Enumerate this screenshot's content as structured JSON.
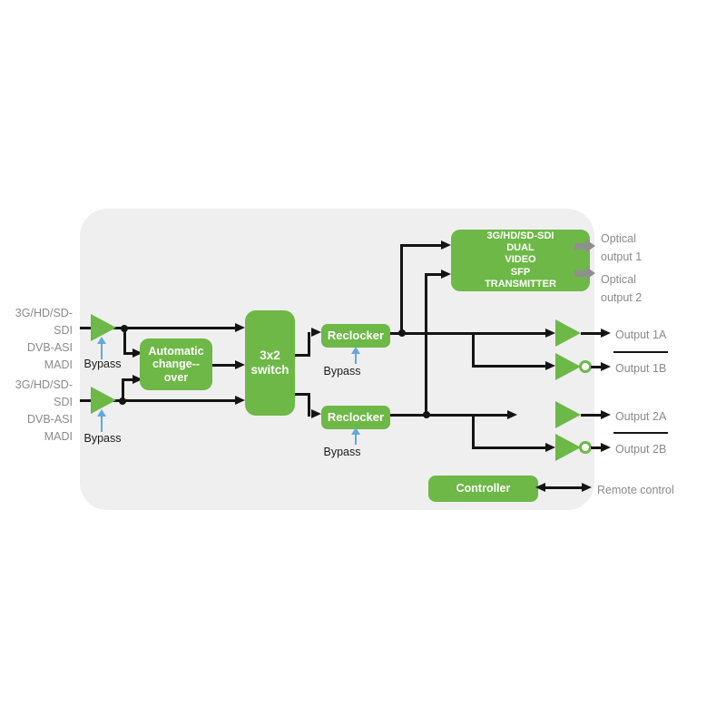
{
  "diagram": {
    "inputs": [
      {
        "lines": [
          "3G/HD/SD-SDI",
          "DVB-ASI",
          "MADI"
        ],
        "bypass_label": "Bypass"
      },
      {
        "lines": [
          "3G/HD/SD-SDI",
          "DVB-ASI",
          "MADI"
        ],
        "bypass_label": "Bypass"
      }
    ],
    "blocks": {
      "changeover": {
        "lines": [
          "Automatic",
          "change--",
          "over"
        ]
      },
      "switch": {
        "lines": [
          "3x2",
          "switch"
        ]
      },
      "reclocker1": {
        "label": "Reclocker",
        "bypass_label": "Bypass"
      },
      "reclocker2": {
        "label": "Reclocker",
        "bypass_label": "Bypass"
      },
      "sfp": {
        "lines": [
          "3G/HD/SD-SDI",
          "DUAL",
          "VIDEO",
          "SFP",
          "TRANSMITTER"
        ]
      },
      "controller": {
        "label": "Controller"
      }
    },
    "outputs": {
      "optical1": {
        "lines": [
          "Optical",
          "output 1"
        ]
      },
      "optical2": {
        "lines": [
          "Optical",
          "output 2"
        ]
      },
      "out1a": "Output 1A",
      "out1b": "Output 1B",
      "out2a": "Output 2A",
      "out2b": "Output 2B",
      "remote": "Remote control"
    },
    "colors": {
      "green": "#6db847",
      "bypass_blue": "#62a8dc",
      "label_gray": "#8a8a8a",
      "panel_gray": "#efeff0",
      "wire_black": "#141414",
      "optical_arrow_gray": "#8f8f8f"
    }
  }
}
